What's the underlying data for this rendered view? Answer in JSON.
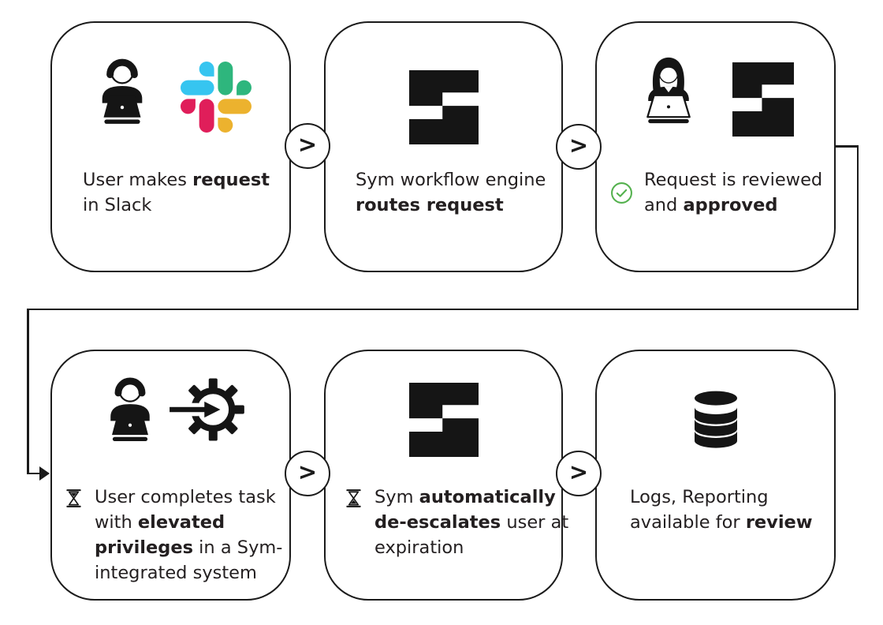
{
  "colors": {
    "line": "#1b1b1b",
    "text": "#231f20",
    "icon": "#151515",
    "green": "#54b14e",
    "slack_blue": "#36C5F0",
    "slack_green": "#2EB67D",
    "slack_red": "#E01E5A",
    "slack_yellow": "#ECB22E",
    "bg": "#ffffff"
  },
  "connectors": {
    "chevron": ">",
    "count": 4,
    "loop_route": "box3-right-down-left-into-box4"
  },
  "steps": [
    {
      "name": "request-in-slack",
      "icons": [
        "person-at-laptop-icon",
        "slack-logo-icon"
      ],
      "lines": [
        [
          [
            "User makes ",
            0
          ],
          [
            "request",
            1
          ]
        ],
        [
          [
            "in Slack",
            0
          ]
        ]
      ]
    },
    {
      "name": "sym-routes-request",
      "icons": [
        "sym-logo-icon"
      ],
      "lines": [
        [
          [
            "Sym workflow engine",
            0
          ]
        ],
        [
          [
            "routes request",
            1
          ]
        ]
      ]
    },
    {
      "name": "request-approved",
      "icons": [
        "reviewer-at-laptop-icon",
        "sym-logo-icon"
      ],
      "badge": "check-circle-icon",
      "lines": [
        [
          [
            "Request is reviewed",
            0
          ]
        ],
        [
          [
            "and ",
            0
          ],
          [
            "approved",
            1
          ]
        ]
      ]
    },
    {
      "name": "elevated-privileges-task",
      "icons": [
        "person-at-laptop-icon",
        "gear-arrow-icon"
      ],
      "badge": "hourglass-start-icon",
      "lines": [
        [
          [
            "User completes task",
            0
          ]
        ],
        [
          [
            "with ",
            0
          ],
          [
            "elevated",
            1
          ]
        ],
        [
          [
            "privileges",
            1
          ],
          [
            " in a Sym-",
            0
          ]
        ],
        [
          [
            "integrated system",
            0
          ]
        ]
      ]
    },
    {
      "name": "auto-deescalate",
      "icons": [
        "sym-logo-icon"
      ],
      "badge": "hourglass-end-icon",
      "lines": [
        [
          [
            "Sym ",
            0
          ],
          [
            "automatically",
            1
          ]
        ],
        [
          [
            "de-escalates",
            1
          ],
          [
            " user at",
            0
          ]
        ],
        [
          [
            "expiration",
            0
          ]
        ]
      ]
    },
    {
      "name": "logs-reporting",
      "icons": [
        "database-icon"
      ],
      "lines": [
        [
          [
            "Logs, Reporting",
            0
          ]
        ],
        [
          [
            "available for ",
            0
          ],
          [
            "review",
            1
          ]
        ]
      ]
    }
  ]
}
